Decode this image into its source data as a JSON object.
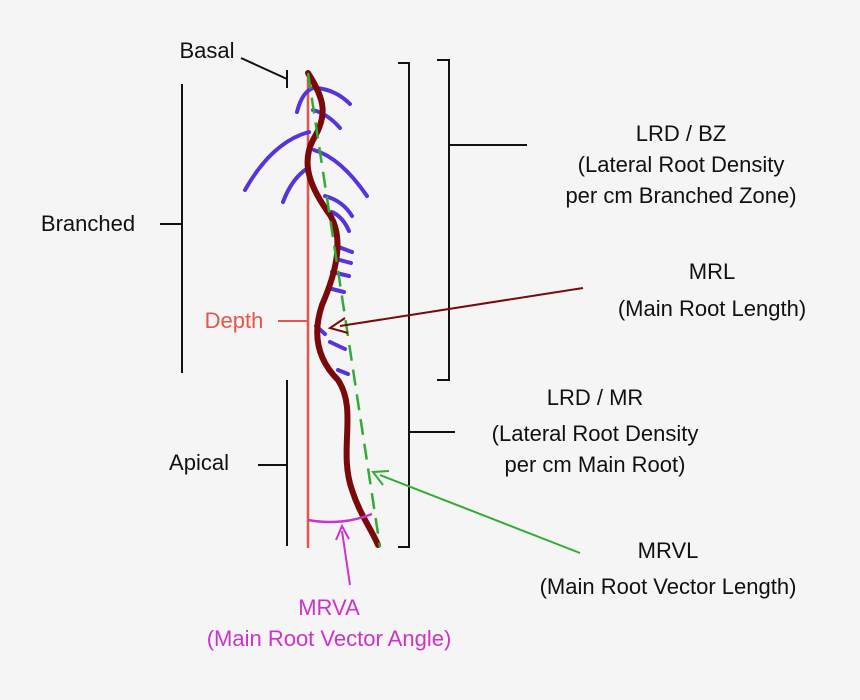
{
  "labels": {
    "basal": "Basal",
    "branched": "Branched",
    "apical": "Apical",
    "depth": "Depth",
    "lrd_bz": {
      "line1": "LRD / BZ",
      "line2": "(Lateral Root Density",
      "line3": "per cm Branched Zone)"
    },
    "mrl": {
      "line1": "MRL",
      "line2": "(Main Root Length)"
    },
    "lrd_mr": {
      "line1": "LRD / MR",
      "line2": "(Lateral Root Density",
      "line3": "per cm Main Root)"
    },
    "mrvl": {
      "line1": "MRVL",
      "line2": "(Main Root Vector Length)"
    },
    "mrva": {
      "line1": "MRVA",
      "line2": "(Main Root Vector Angle)"
    }
  },
  "colors": {
    "text": "#111111",
    "depth": "#e8544a",
    "main_root": "#7a0a0a",
    "lateral_roots": "#5533dd",
    "vector": "#33aa33",
    "angle": "#cc33cc",
    "brackets": "#111111",
    "background": "#f5f5f5"
  }
}
